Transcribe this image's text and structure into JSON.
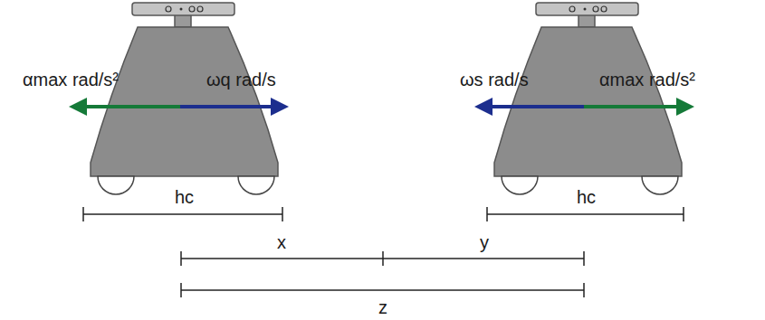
{
  "diagram": {
    "labels": [
      "αmax rad/s²",
      "ωq rad/s",
      "ωs rad/s",
      "αmax rad/s²",
      "hc",
      "hc",
      "x",
      "y",
      "z"
    ]
  }
}
